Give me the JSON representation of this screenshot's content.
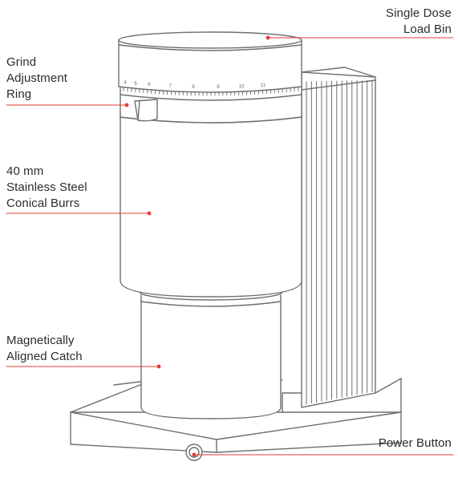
{
  "colors": {
    "outline": "#6e6e6e",
    "leader": "#e53935",
    "background": "#ffffff",
    "text": "#2b2b2b"
  },
  "callouts": {
    "load_bin": {
      "line1": "Single Dose",
      "line2": "Load Bin"
    },
    "grind_ring": {
      "line1": "Grind",
      "line2": "Adjustment",
      "line3": "Ring"
    },
    "burrs": {
      "line1": "40 mm",
      "line2": "Stainless Steel",
      "line3": "Conical Burrs"
    },
    "catch": {
      "line1": "Magnetically",
      "line2": "Aligned Catch"
    },
    "power": {
      "line1": "Power Button"
    }
  },
  "dial_numbers": [
    "4",
    "5",
    "6",
    "7",
    "8",
    "9",
    "10",
    "11"
  ]
}
